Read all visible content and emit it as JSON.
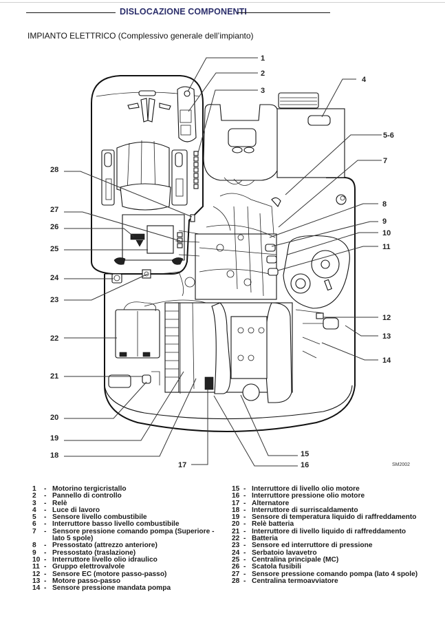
{
  "header": {
    "title": "DISLOCAZIONE COMPONENTI",
    "subtitle": "IMPIANTO ELETTRICO (Complessivo generale dell’impianto)"
  },
  "diagram": {
    "figure_code": "SM2002",
    "callouts": {
      "c1": "1",
      "c2": "2",
      "c3": "3",
      "c4": "4",
      "c56": "5-6",
      "c7": "7",
      "c8": "8",
      "c9": "9",
      "c10": "10",
      "c11": "11",
      "c12": "12",
      "c13": "13",
      "c14": "14",
      "c15": "15",
      "c16": "16",
      "c17": "17",
      "c18": "18",
      "c19": "19",
      "c20": "20",
      "c21": "21",
      "c22": "22",
      "c23": "23",
      "c24": "24",
      "c25": "25",
      "c26": "26",
      "c27": "27",
      "c28": "28"
    }
  },
  "legend": {
    "separator": "-",
    "left": [
      {
        "num": "1",
        "text": "Motorino tergicristallo"
      },
      {
        "num": "2",
        "text": "Pannello di controllo"
      },
      {
        "num": "3",
        "text": "Relè"
      },
      {
        "num": "4",
        "text": "Luce di lavoro"
      },
      {
        "num": "5",
        "text": "Sensore livello combustibile"
      },
      {
        "num": "6",
        "text": "Interruttore basso livello combustibile"
      },
      {
        "num": "7",
        "text": "Sensore pressione comando pompa (Superiore - lato 5 spole)"
      },
      {
        "num": "8",
        "text": "Pressostato (attrezzo anteriore)"
      },
      {
        "num": "9",
        "text": "Pressostato (traslazione)"
      },
      {
        "num": "10",
        "text": "Interruttore livello olio idraulico"
      },
      {
        "num": "11",
        "text": "Gruppo elettrovalvole"
      },
      {
        "num": "12",
        "text": "Sensore EC (motore passo-passo)"
      },
      {
        "num": "13",
        "text": "Motore passo-passo"
      },
      {
        "num": "14",
        "text": "Sensore pressione mandata pompa"
      }
    ],
    "right": [
      {
        "num": "15",
        "text": "Interruttore di livello olio motore"
      },
      {
        "num": "16",
        "text": "Interruttore pressione olio motore"
      },
      {
        "num": "17",
        "text": "Alternatore"
      },
      {
        "num": "18",
        "text": "Interruttore di surriscaldamento"
      },
      {
        "num": "19",
        "text": "Sensore di temperatura liquido di raffreddamento"
      },
      {
        "num": "20",
        "text": "Relè batteria"
      },
      {
        "num": "21",
        "text": "Interruttore di livello liquido di raffreddamento"
      },
      {
        "num": "22",
        "text": "Batteria"
      },
      {
        "num": "23",
        "text": "Sensore ed interruttore di pressione"
      },
      {
        "num": "24",
        "text": "Serbatoio lavavetro"
      },
      {
        "num": "25",
        "text": "Centralina principale (MC)"
      },
      {
        "num": "26",
        "text": "Scatola fusibili"
      },
      {
        "num": "27",
        "text": "Sensore pressione comando pompa (lato 4 spole)"
      },
      {
        "num": "28",
        "text": "Centralina termoavviatore"
      }
    ]
  }
}
